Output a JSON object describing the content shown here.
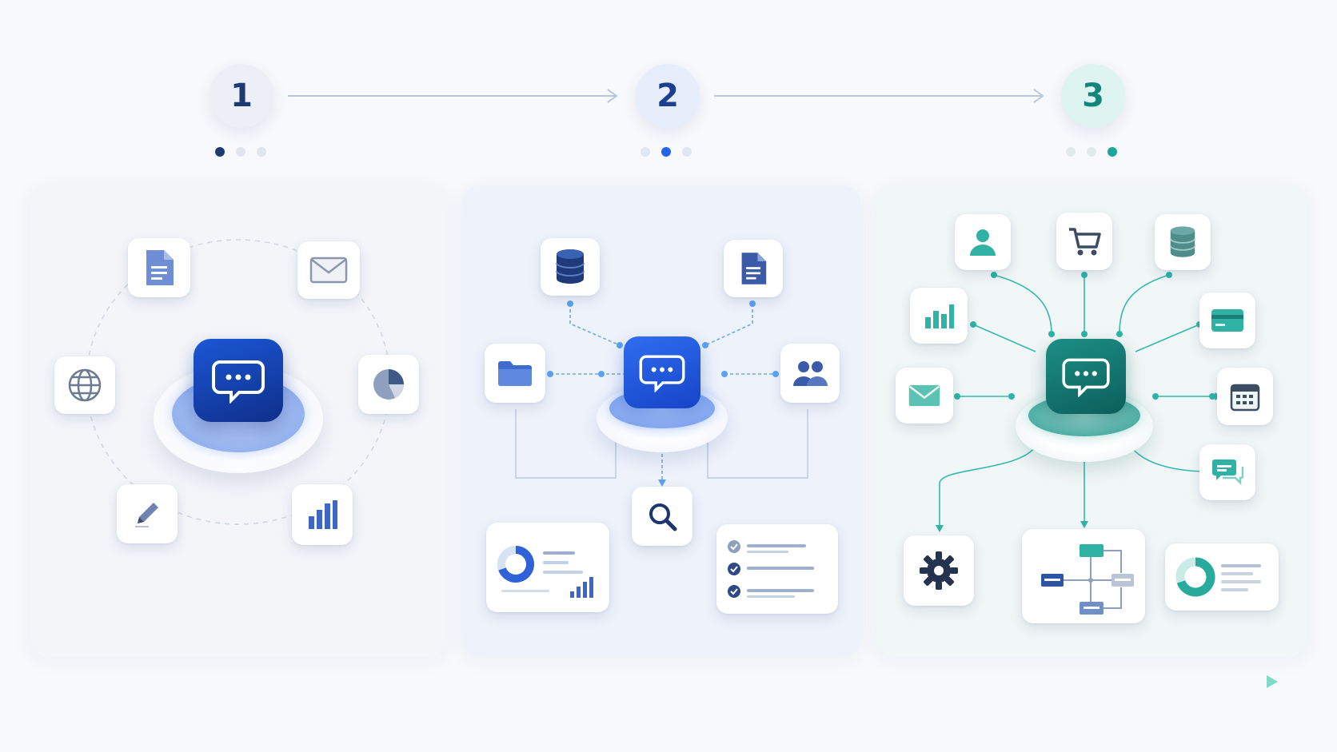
{
  "steps": [
    {
      "number": "1",
      "active_dot": 0,
      "accent": "#1e3f86"
    },
    {
      "number": "2",
      "active_dot": 1,
      "accent": "#2563eb"
    },
    {
      "number": "3",
      "active_dot": 2,
      "accent": "#1fa69a"
    }
  ],
  "colors": {
    "background": "#f7f9fc",
    "step1": "#1e3f86",
    "step2": "#1d4fd8",
    "step3": "#0f8f86",
    "connector_blue": "#6ea8e8",
    "connector_teal": "#34b9ad",
    "progress_start": "#7d8ed0",
    "progress_end": "#7ddcc8"
  },
  "panels": [
    {
      "hub_icon": "chat-bubble-icon",
      "icons": [
        "document-icon",
        "envelope-icon",
        "globe-icon",
        "pie-chart-icon",
        "pencil-icon",
        "bar-chart-icon"
      ]
    },
    {
      "hub_icon": "chat-bubble-icon",
      "icons": [
        "database-icon",
        "document-icon",
        "folder-icon",
        "users-icon",
        "search-icon",
        "analytics-card-icon",
        "checklist-card-icon"
      ]
    },
    {
      "hub_icon": "chat-bubble-icon",
      "icons": [
        "user-icon",
        "shopping-cart-icon",
        "database-icon",
        "bar-chart-icon",
        "credit-card-icon",
        "envelope-icon",
        "calendar-icon",
        "message-icon",
        "gear-icon",
        "flowchart-icon",
        "donut-report-icon"
      ]
    }
  ]
}
